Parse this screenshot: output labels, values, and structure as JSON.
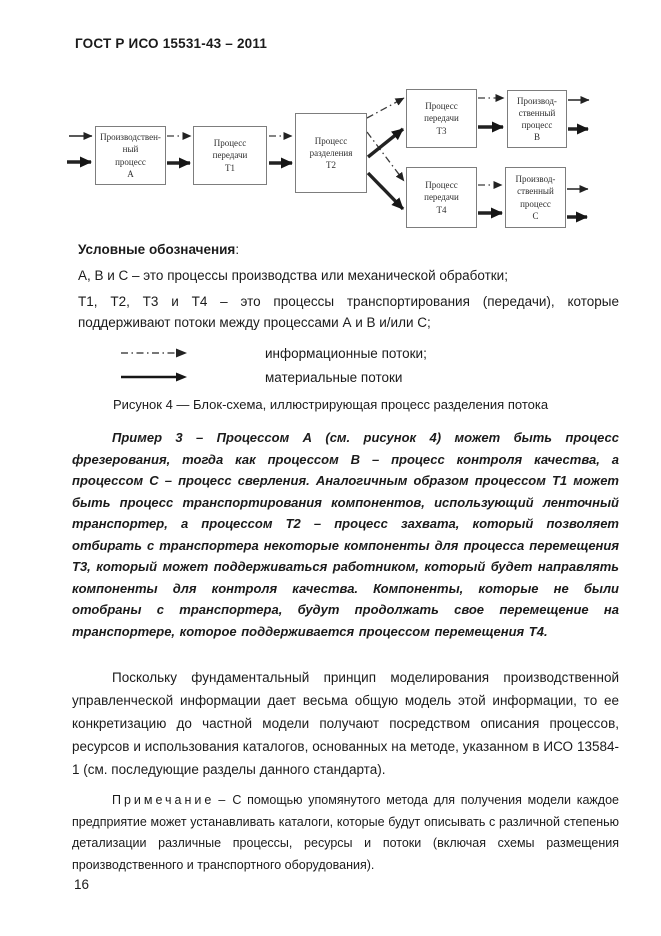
{
  "page": {
    "header": "ГОСТ Р ИСО 15531-43 – 2011",
    "page_number": "16"
  },
  "figure": {
    "boxes": {
      "a": "Производствен-\nный\nпроцесс\nА",
      "t1": "Процесс\nпередачи\nТ1",
      "t2": "Процесс\nразделения\nТ2",
      "t3": "Процесс\nпередачи\nТ3",
      "t4": "Процесс\nпередачи\nТ4",
      "b": "Производ-\nственный\nпроцесс\nВ",
      "c": "Производ-\nственный\nпроцесс\nС"
    },
    "caption": "Рисунок 4 — Блок-схема, иллюстрирующая процесс разделения потока"
  },
  "legend": {
    "title": "Условные обозначения",
    "title_suffix": ":",
    "items": [
      "А, В и С – это процессы производства или механической обработки;",
      "Т1, Т2, Т3 и Т4 – это процессы транспортирования (передачи), которые поддерживают потоки между процессами А и В и/или С;"
    ],
    "flows": [
      {
        "type": "information",
        "label": "информационные потоки;"
      },
      {
        "type": "material",
        "label": "материальные потоки"
      }
    ]
  },
  "example": {
    "text": "Пример 3 – Процессом А (см. рисунок 4) может быть процесс фрезерования, тогда как процессом В – процесс контроля качества, а процессом С – процесс сверления. Аналогичным образом процессом Т1 может быть процесс транспортирования компонентов, использующий ленточный транспортер, а процессом Т2 – процесс захвата, который позволяет отбирать с транспортера некоторые компоненты для процесса перемещения Т3, который может поддерживаться работником, который будет направлять компоненты для контроля качества. Компоненты, которые не были отобраны с транспортера, будут продолжать свое перемещение на транспортере, которое поддерживается процессом перемещения Т4."
  },
  "paragraphs": [
    "Поскольку фундаментальный принцип моделирования производственной управленческой информации дает весьма общую модель этой информации, то ее конкретизацию до частной модели получают посредством описания процессов, ресурсов и использования каталогов, основанных на методе, указанном в ИСО 13584-1 (см. последующие разделы данного стандарта)."
  ],
  "note": {
    "label": "Примечание",
    "separator": "–",
    "text": "С помощью упомянутого метода для получения модели каждое предприятие может устанавливать каталоги, которые будут описывать с различной степенью детализации различные процессы, ресурсы и потоки (включая схемы размещения производственного и транспортного оборудования)."
  },
  "colors": {
    "text": "#1b1b1b",
    "background": "#ffffff",
    "box_border": "#7d7d7d",
    "arrow": "#222222"
  }
}
